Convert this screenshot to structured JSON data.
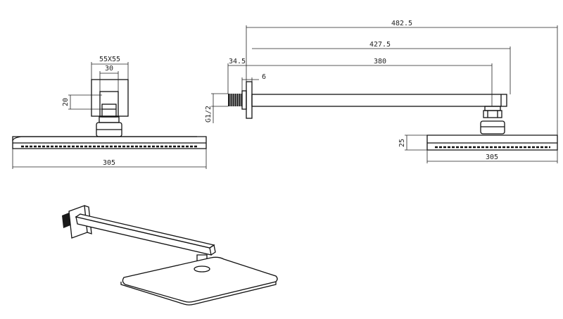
{
  "dimensions": {
    "flange_size": "55X55",
    "flange_inner": "30",
    "flange_height": "20",
    "head_width_front": "305",
    "overall_length": "482.5",
    "arm_length": "427.5",
    "arm_offset": "34.5",
    "arm_span": "380",
    "wall_gap": "6",
    "thread": "G1/2",
    "head_thickness": "25",
    "head_width_side": "305"
  },
  "colors": {
    "line": "#111111",
    "background": "#ffffff"
  }
}
